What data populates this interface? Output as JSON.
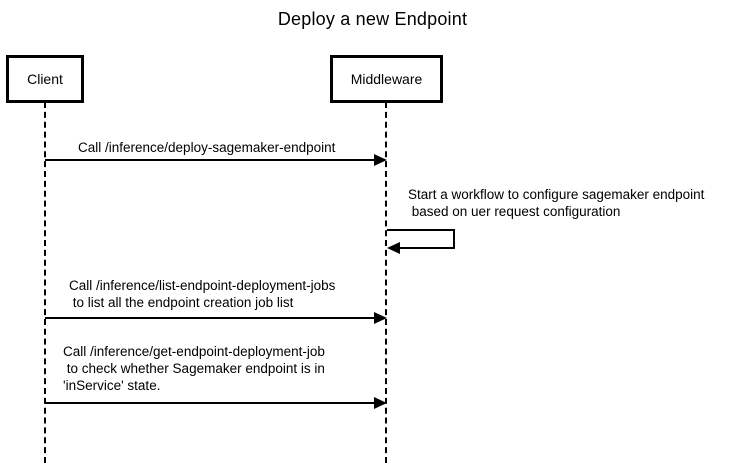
{
  "diagram": {
    "title": "Deploy a new Endpoint",
    "type": "sequence-diagram",
    "colors": {
      "background": "#ffffff",
      "line": "#000000",
      "text": "#000000"
    },
    "actors": [
      {
        "id": "client",
        "label": "Client"
      },
      {
        "id": "middleware",
        "label": "Middleware"
      }
    ],
    "messages": [
      {
        "from": "Client",
        "to": "Middleware",
        "type": "solid-arrow",
        "text": "Call /inference/deploy-sagemaker-endpoint"
      },
      {
        "from": "Middleware",
        "to": "Middleware",
        "type": "self-arrow",
        "text": "Start a workflow to configure sagemaker endpoint\n based on uer request configuration"
      },
      {
        "from": "Client",
        "to": "Middleware",
        "type": "solid-arrow",
        "text": "Call /inference/list-endpoint-deployment-jobs\n to list all the endpoint creation job list"
      },
      {
        "from": "Client",
        "to": "Middleware",
        "type": "solid-arrow",
        "text": "Call /inference/get-endpoint-deployment-job\n to check whether Sagemaker endpoint is in\n'inService' state."
      }
    ]
  }
}
